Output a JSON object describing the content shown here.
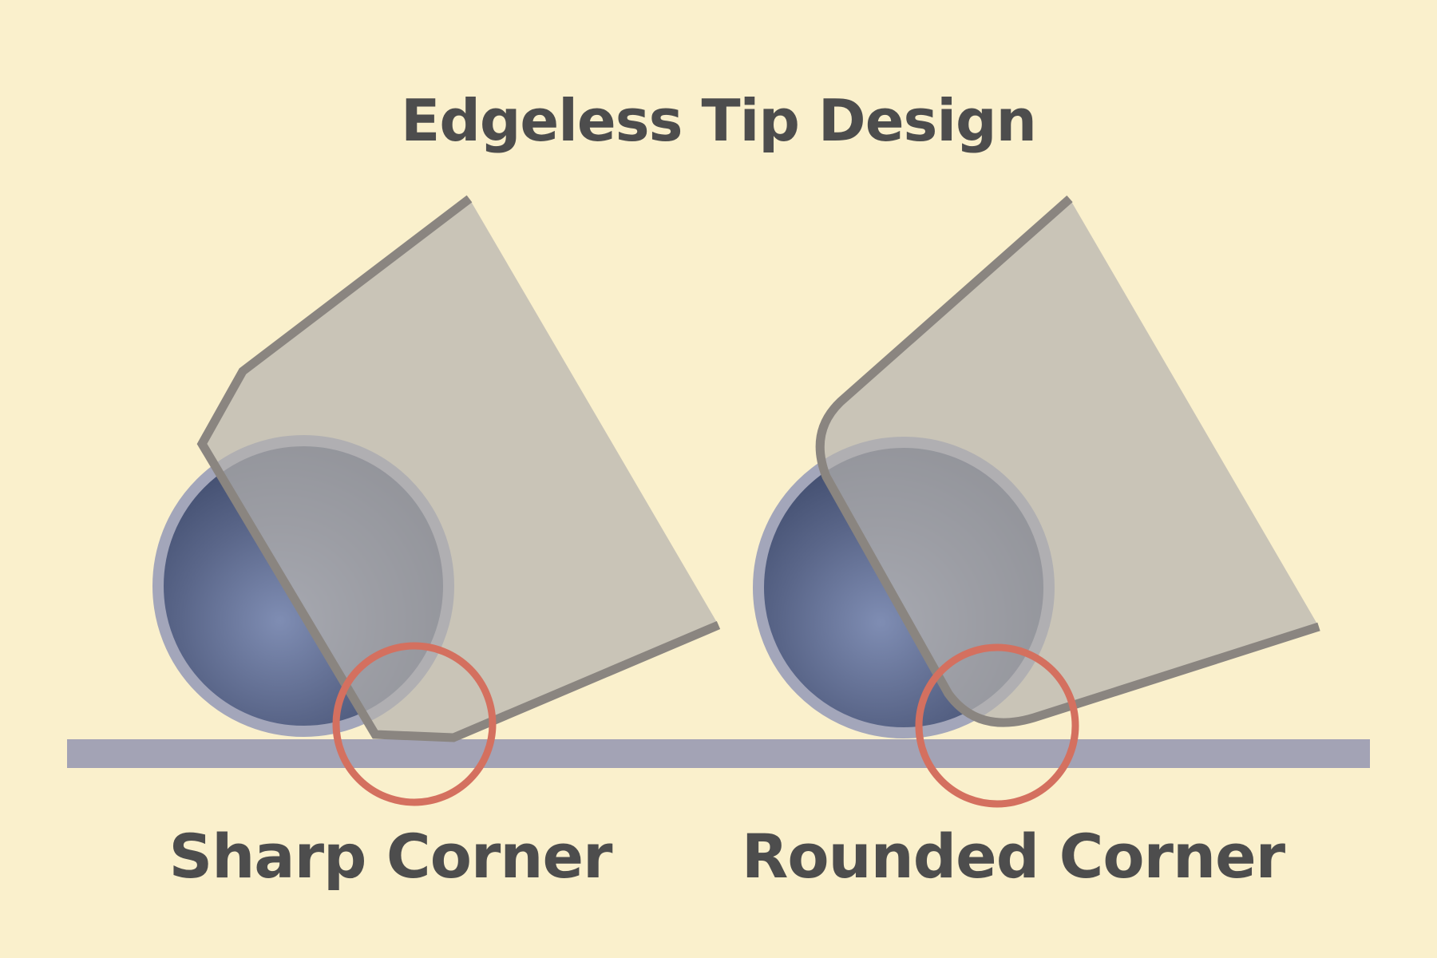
{
  "title": "Edgeless Tip Design",
  "captions": {
    "sharp": "Sharp Corner",
    "rounded": "Rounded Corner"
  },
  "colors": {
    "background": "#faf0cc",
    "surface": "#a3a3b5",
    "tip_fill": "#b3b0ad",
    "tip_outline": "#8a8580",
    "ball_dark": "#3f4b6c",
    "ball_light": "#7886ac",
    "ball_ring": "#a3a6ba",
    "highlight_circle": "#d4705f",
    "text": "#4d4d4d"
  }
}
